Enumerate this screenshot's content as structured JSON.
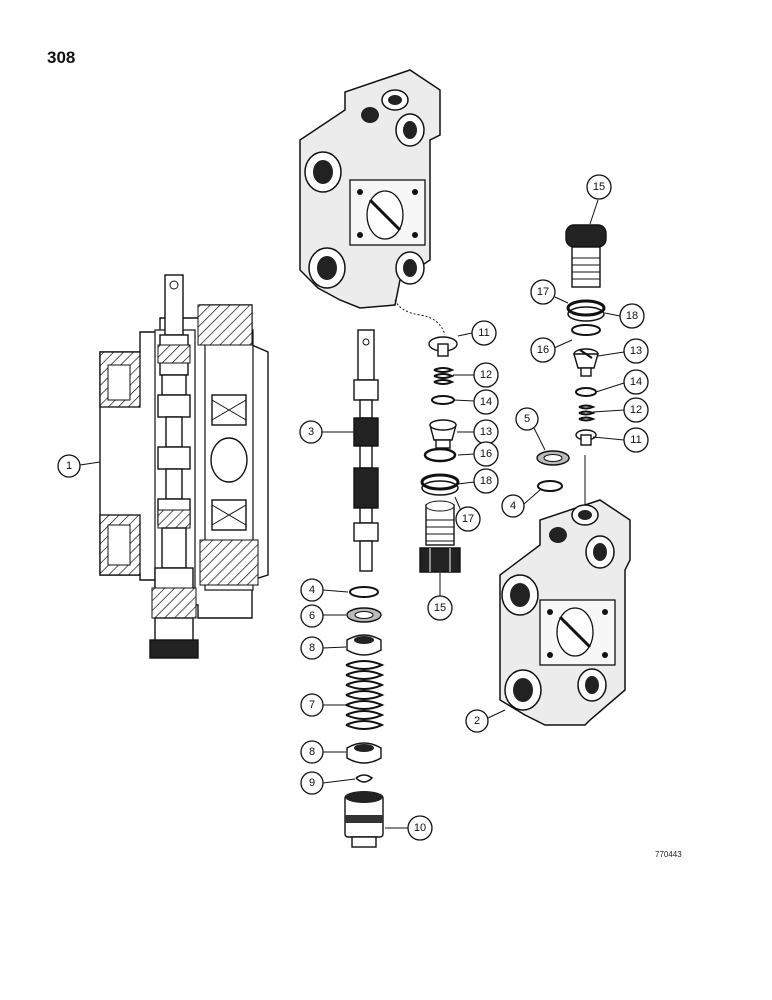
{
  "page_number": "308",
  "reference_code": "770443",
  "callouts": [
    {
      "id": "c1",
      "label": "1"
    },
    {
      "id": "c2",
      "label": "2"
    },
    {
      "id": "c3",
      "label": "3"
    },
    {
      "id": "c4a",
      "label": "4"
    },
    {
      "id": "c4b",
      "label": "4"
    },
    {
      "id": "c5",
      "label": "5"
    },
    {
      "id": "c6",
      "label": "6"
    },
    {
      "id": "c7",
      "label": "7"
    },
    {
      "id": "c8a",
      "label": "8"
    },
    {
      "id": "c8b",
      "label": "8"
    },
    {
      "id": "c9",
      "label": "9"
    },
    {
      "id": "c10",
      "label": "10"
    },
    {
      "id": "c11a",
      "label": "11"
    },
    {
      "id": "c11b",
      "label": "11"
    },
    {
      "id": "c12a",
      "label": "12"
    },
    {
      "id": "c12b",
      "label": "12"
    },
    {
      "id": "c13a",
      "label": "13"
    },
    {
      "id": "c13b",
      "label": "13"
    },
    {
      "id": "c14a",
      "label": "14"
    },
    {
      "id": "c14b",
      "label": "14"
    },
    {
      "id": "c15a",
      "label": "15"
    },
    {
      "id": "c15b",
      "label": "15"
    },
    {
      "id": "c16a",
      "label": "16"
    },
    {
      "id": "c16b",
      "label": "16"
    },
    {
      "id": "c17a",
      "label": "17"
    },
    {
      "id": "c17b",
      "label": "17"
    },
    {
      "id": "c18a",
      "label": "18"
    },
    {
      "id": "c18b",
      "label": "18"
    }
  ]
}
